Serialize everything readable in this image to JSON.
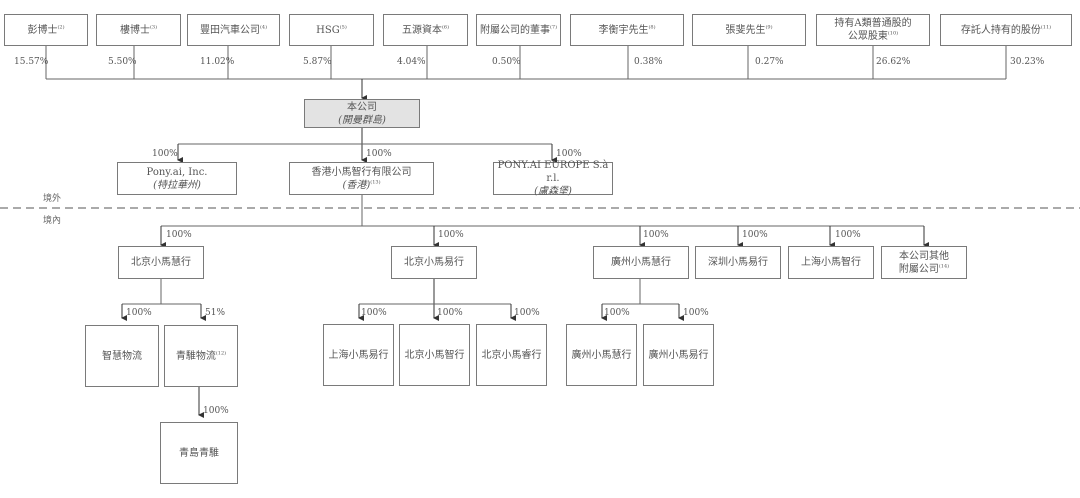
{
  "shareholders": [
    {
      "name": "彭博士",
      "note": "(2)",
      "pct": "15.57%"
    },
    {
      "name": "樓博士",
      "note": "(3)",
      "pct": "5.50%"
    },
    {
      "name": "豐田汽車公司",
      "note": "(4)",
      "pct": "11.02%"
    },
    {
      "name": "HSG",
      "note": "(5)",
      "pct": "5.87%"
    },
    {
      "name": "五源資本",
      "note": "(6)",
      "pct": "4.04%"
    },
    {
      "name": "附屬公司的董事",
      "note": "(7)",
      "pct": "0.50%"
    },
    {
      "name": "李衡宇先生",
      "note": "(8)",
      "pct": "0.38%"
    },
    {
      "name": "張斐先生",
      "note": "(9)",
      "pct": "0.27%"
    },
    {
      "name": "持有A類普通股的",
      "name2": "公眾股東",
      "note": "(10)",
      "pct": "26.62%"
    },
    {
      "name": "存託人持有的股份",
      "note": "(11)",
      "pct": "30.23%"
    }
  ],
  "company": {
    "name": "本公司",
    "jurisdiction": "(開曼群島)"
  },
  "offshore": [
    {
      "name": "Pony.ai, Inc.",
      "jurisdiction": "(特拉華州)",
      "pct": "100%"
    },
    {
      "name": "香港小馬智行有限公司",
      "jurisdiction": "(香港)",
      "note": "(13)",
      "pct": "100%"
    },
    {
      "name": "PONY.AI EUROPE S.à r.l.",
      "jurisdiction": "(盧森堡)",
      "pct": "100%"
    }
  ],
  "zones": {
    "offshore": "境外",
    "onshore": "境內"
  },
  "onshore": [
    {
      "name": "北京小馬慧行",
      "pct": "100%"
    },
    {
      "name": "北京小馬易行",
      "pct": "100%"
    },
    {
      "name": "廣州小馬慧行",
      "pct": "100%"
    },
    {
      "name": "深圳小馬易行",
      "pct": "100%"
    },
    {
      "name": "上海小馬智行",
      "pct": "100%"
    },
    {
      "name": "本公司其他",
      "name2": "附屬公司",
      "note": "(14)"
    }
  ],
  "level3": {
    "huixing": [
      {
        "name": "智慧物流",
        "pct": "100%"
      },
      {
        "name": "青騅物流",
        "note": "(12)",
        "pct": "51%"
      }
    ],
    "qingzhui_child": {
      "name": "青島青騅",
      "pct": "100%"
    },
    "yixing": [
      {
        "name": "上海小馬易行",
        "pct": "100%"
      },
      {
        "name": "北京小馬智行",
        "pct": "100%"
      },
      {
        "name": "北京小馬睿行",
        "pct": "100%"
      }
    ],
    "guangzhou": [
      {
        "name": "廣州小馬慧行",
        "pct": "100%"
      },
      {
        "name": "廣州小馬易行",
        "pct": "100%"
      }
    ]
  }
}
